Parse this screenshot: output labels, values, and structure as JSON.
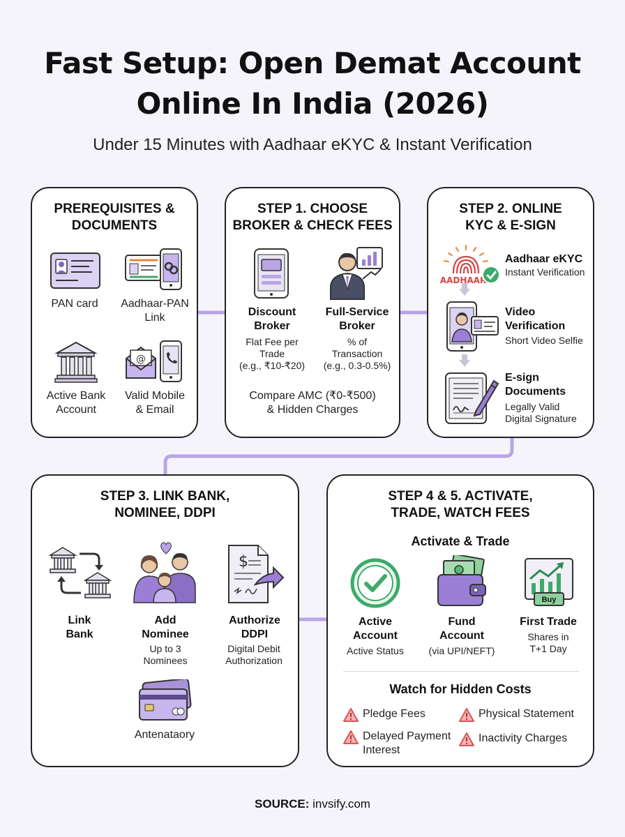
{
  "header": {
    "title_line1": "Fast Setup: Open Demat Account",
    "title_line2": "Online In India (2026)",
    "subtitle": "Under 15 Minutes with Aadhaar eKYC & Instant Verification"
  },
  "colors": {
    "accent": "#9b7fd6",
    "accent_light": "#c7b6ee",
    "green": "#3daa6a",
    "alert": "#e05252"
  },
  "prereq": {
    "title_line1": "PREREQUISITES &",
    "title_line2": "DOCUMENTS",
    "items": [
      {
        "icon": "pan-card-icon",
        "line1": "PAN card",
        "line2": ""
      },
      {
        "icon": "aadhaar-pan-link-icon",
        "line1": "Aadhaar-PAN",
        "line2": "Link"
      },
      {
        "icon": "bank-icon",
        "line1": "Active Bank",
        "line2": "Account"
      },
      {
        "icon": "mobile-email-icon",
        "line1": "Valid Mobile",
        "line2": "& Email"
      }
    ]
  },
  "step1": {
    "title_line1": "STEP 1. CHOOSE",
    "title_line2": "BROKER & CHECK FEES",
    "discount": {
      "icon": "mobile-app-icon",
      "name_line1": "Discount",
      "name_line2": "Broker",
      "desc_line1": "Flat Fee per",
      "desc_line2": "Trade",
      "desc_line3": "(e.g., ₹10-₹20)"
    },
    "fullservice": {
      "icon": "advisor-icon",
      "name_line1": "Full-Service",
      "name_line2": "Broker",
      "desc_line1": "% of",
      "desc_line2": "Transaction",
      "desc_line3": "(e.g., 0.3-0.5%)"
    },
    "compare_line1": "Compare AMC (₹0-₹500)",
    "compare_line2": "& Hidden Charges"
  },
  "step2": {
    "title_line1": "STEP 2. ONLINE",
    "title_line2": "KYC & E-SIGN",
    "aadhaar_logo_text": "AADHAAR",
    "items": [
      {
        "icon": "aadhaar-fingerprint-icon",
        "title_line1": "Aadhaar eKYC",
        "title_line2": "",
        "sub_line1": "Instant Verification",
        "sub_line2": ""
      },
      {
        "icon": "video-verification-icon",
        "title_line1": "Video",
        "title_line2": "Verification",
        "sub_line1": "Short Video Selfie",
        "sub_line2": ""
      },
      {
        "icon": "esign-tablet-icon",
        "title_line1": "E-sign",
        "title_line2": "Documents",
        "sub_line1": "Legally Valid",
        "sub_line2": "Digital Signature"
      }
    ]
  },
  "step3": {
    "title_line1": "STEP 3. LINK BANK,",
    "title_line2": "NOMINEE, DDPI",
    "items": [
      {
        "icon": "link-bank-icon",
        "name_line1": "Link",
        "name_line2": "Bank",
        "desc_line1": "",
        "desc_line2": ""
      },
      {
        "icon": "family-nominee-icon",
        "name_line1": "Add",
        "name_line2": "Nominee",
        "desc_line1": "Up to 3",
        "desc_line2": "Nominees"
      },
      {
        "icon": "ddpi-document-icon",
        "name_line1": "Authorize",
        "name_line2": "DDPI",
        "desc_line1": "Digital Debit",
        "desc_line2": "Authorization"
      }
    ],
    "extra": {
      "icon": "card-icon",
      "label": "Antenataory"
    }
  },
  "step4": {
    "title_line1": "STEP 4 & 5. ACTIVATE,",
    "title_line2": "TRADE, WATCH FEES",
    "section1": "Activate & Trade",
    "items": [
      {
        "icon": "check-circle-icon",
        "name_line1": "Active",
        "name_line2": "Account",
        "desc_line1": "Active Status",
        "desc_line2": ""
      },
      {
        "icon": "wallet-icon",
        "name_line1": "Fund",
        "name_line2": "Account",
        "desc_line1": "(via UPI/NEFT)",
        "desc_line2": ""
      },
      {
        "icon": "trade-chart-icon",
        "name_line1": "First Trade",
        "name_line2": "",
        "desc_line1": "Shares in",
        "desc_line2": "T+1 Day"
      }
    ],
    "buy_label": "Buy",
    "section2": "Watch for Hidden Costs",
    "warnings": [
      {
        "line1": "Pledge Fees",
        "line2": ""
      },
      {
        "line1": "Physical Statement",
        "line2": ""
      },
      {
        "line1": "Delayed Payment",
        "line2": "Interest"
      },
      {
        "line1": "Inactivity Charges",
        "line2": ""
      }
    ]
  },
  "footer": {
    "source_label": "SOURCE:",
    "source_value": "invsify.com"
  }
}
